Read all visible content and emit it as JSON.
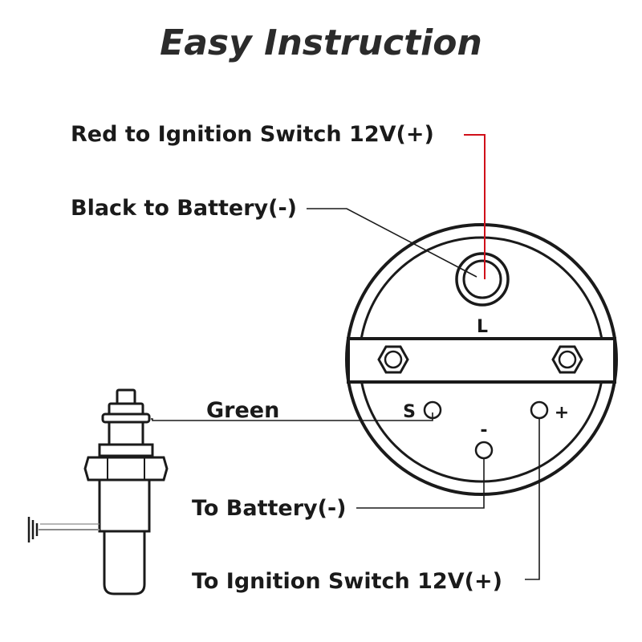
{
  "title": "Easy Instruction",
  "labels": {
    "red": "Red to Ignition Switch 12V(+)",
    "black": "Black to Battery(-)",
    "green": "Green",
    "to_battery": "To Battery(-)",
    "to_ignition": "To Ignition Switch 12V(+)"
  },
  "terminals": {
    "l": "L",
    "s": "S",
    "minus": "-",
    "plus": "+"
  },
  "colors": {
    "line": "#1a1a1a",
    "red_wire": "#d0101a",
    "ground_wire": "#8a8a8a"
  }
}
